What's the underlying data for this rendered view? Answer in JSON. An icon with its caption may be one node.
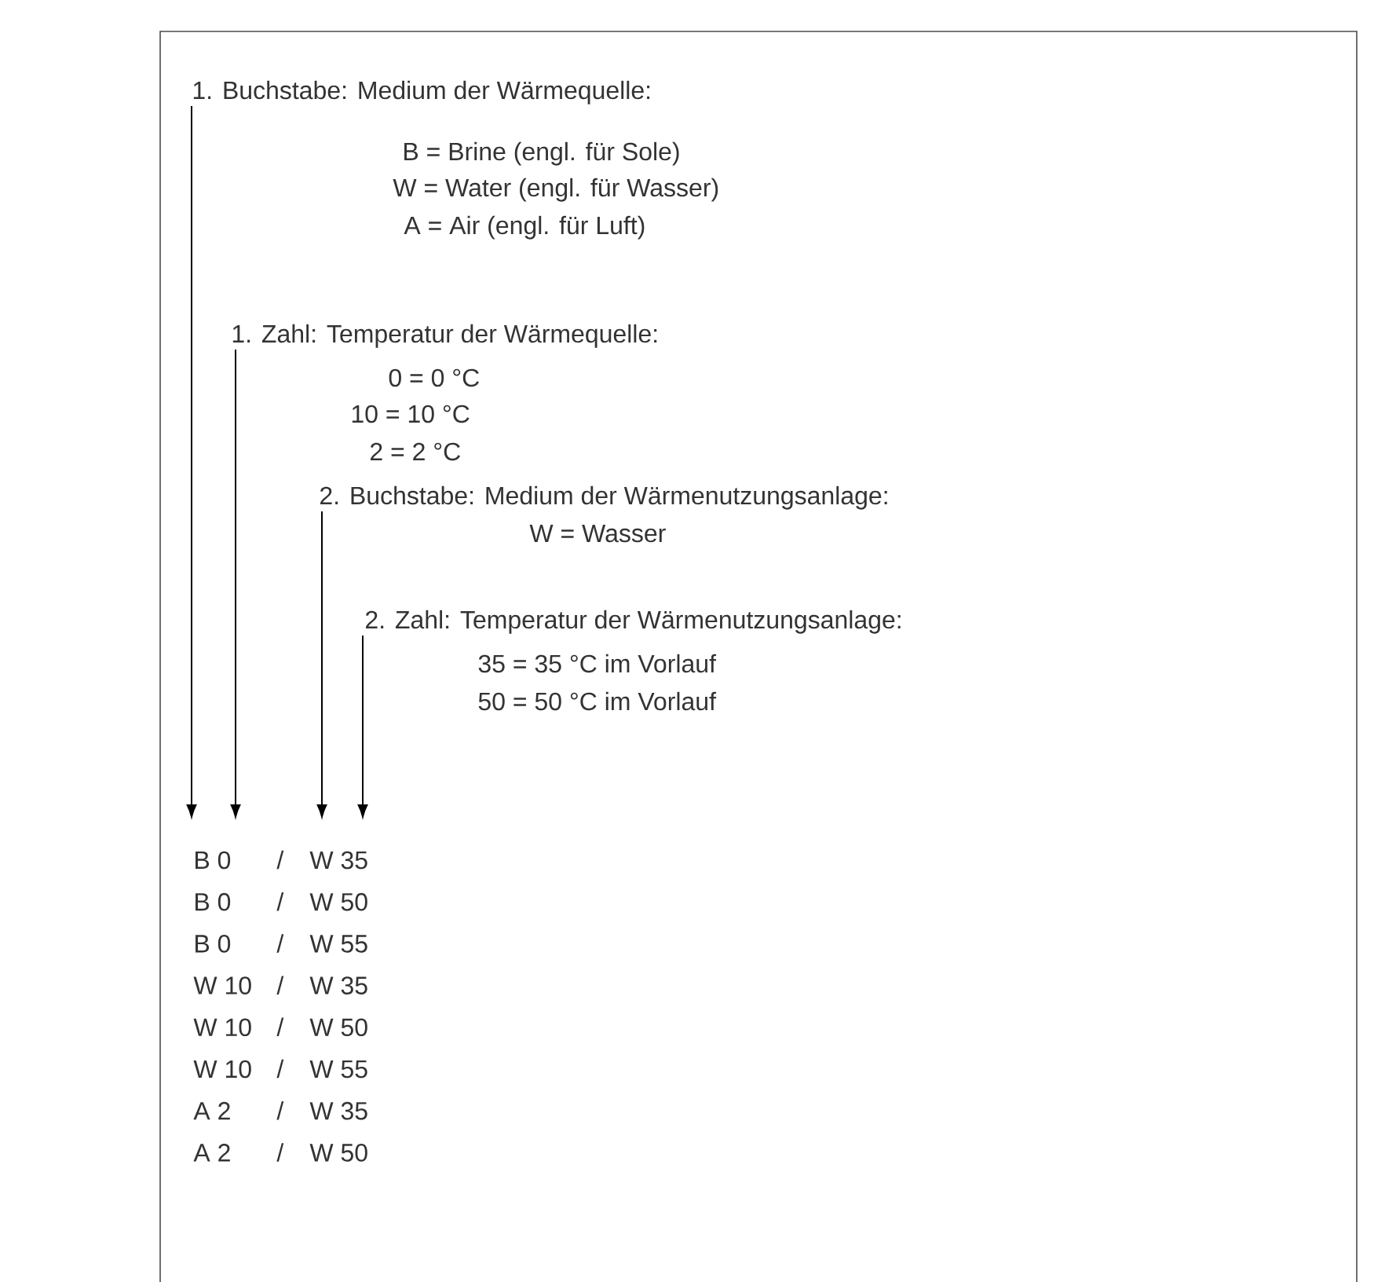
{
  "diagram": {
    "nodes": [
      {
        "text": [
          "1. Buchstabe: Medium der Wärmequelle:"
        ]
      },
      {
        "text": [
          "1. Zahl: Temperatur der Wärmequelle:"
        ]
      },
      {
        "text": [
          "2. Buchstabe: Medium der Wärmenutzungsanlage:"
        ]
      },
      {
        "text": [
          "2. Zahl: Temperatur der Wärmenutzungsanlage:"
        ]
      }
    ],
    "edges": [
      {
        "from": 0,
        "to": null,
        "arrow": "to"
      },
      {
        "from": 1,
        "to": null,
        "arrow": "to"
      },
      {
        "from": 2,
        "to": null,
        "arrow": "to"
      },
      {
        "from": 3,
        "to": null,
        "arrow": "to"
      }
    ],
    "labels": [
      "B = Brine (engl. für Sole)",
      "W = Water (engl. für Wasser)",
      "A = Air (engl. für Luft)",
      "0 = 0 °C",
      "10 = 10 °C",
      "2 = 2 °C",
      "W = Wasser",
      "35 = 35 °C im Vorlauf",
      "50 = 50 °C im Vorlauf",
      "B 0",
      "/",
      "W 35",
      "B 0",
      "/",
      "W 50",
      "B 0",
      "/",
      "W 55",
      "W 10",
      "/",
      "W 35",
      "W 10",
      "/",
      "W 50",
      "W 10",
      "/",
      "W 55",
      "A 2",
      "/",
      "W 35",
      "A 2",
      "/",
      "W 50"
    ]
  }
}
